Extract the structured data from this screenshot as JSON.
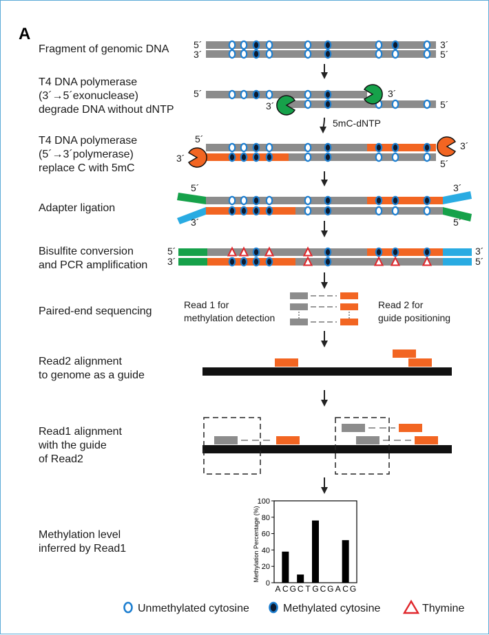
{
  "panel_label": "A",
  "colors": {
    "gray": "#8c8c8c",
    "orange": "#f26522",
    "green": "#16a14a",
    "blue": "#29abe2",
    "unmethylated": "#1e7fd0",
    "methylated": "#0d1a2e",
    "thymine": "#e0262b",
    "genome": "#111111"
  },
  "ends": {
    "five": "5´",
    "three": "3´"
  },
  "steps": [
    {
      "lines": [
        "Fragment of genomic DNA"
      ]
    },
    {
      "lines": [
        "T4 DNA polymerase",
        "(3´→5´exonuclease)",
        "degrade DNA without dNTP"
      ]
    },
    {
      "lines": [
        "T4 DNA polymerase",
        "(5´→3´polymerase)",
        "replace C with 5mC"
      ]
    },
    {
      "lines": [
        "Adapter ligation"
      ]
    },
    {
      "lines": [
        "Bisulfite conversion",
        "and PCR amplification"
      ]
    },
    {
      "lines": [
        "Paired-end sequencing"
      ]
    },
    {
      "lines": [
        "Read2 alignment",
        "to genome as a guide"
      ]
    },
    {
      "lines": [
        "Read1 alignment",
        "with the guide",
        "of Read2"
      ]
    },
    {
      "lines": [
        "Methylation level",
        "inferred by Read1"
      ]
    }
  ],
  "arrow_labels": {
    "step2_to_step3": "5mC-dNTP"
  },
  "sequencing": {
    "read1_lines": [
      "Read 1 for",
      "methylation detection"
    ],
    "read2_lines": [
      "Read 2 for",
      "guide positioning"
    ]
  },
  "chart_data": {
    "type": "bar",
    "categories": [
      "A",
      "C",
      "G",
      "C",
      "T",
      "G",
      "C",
      "G",
      "A",
      "C",
      "G"
    ],
    "values": [
      0,
      38,
      0,
      10,
      0,
      76,
      0,
      0,
      0,
      52,
      0
    ],
    "title": "",
    "xlabel": "",
    "ylabel": "Methylation Percentage (%)",
    "ylim": [
      0,
      100
    ],
    "yticks": [
      0,
      20,
      40,
      60,
      80,
      100
    ],
    "grid": false
  },
  "legend": {
    "unmethylated": "Unmethylated cytosine",
    "methylated": "Methylated cytosine",
    "thymine": "Thymine"
  }
}
